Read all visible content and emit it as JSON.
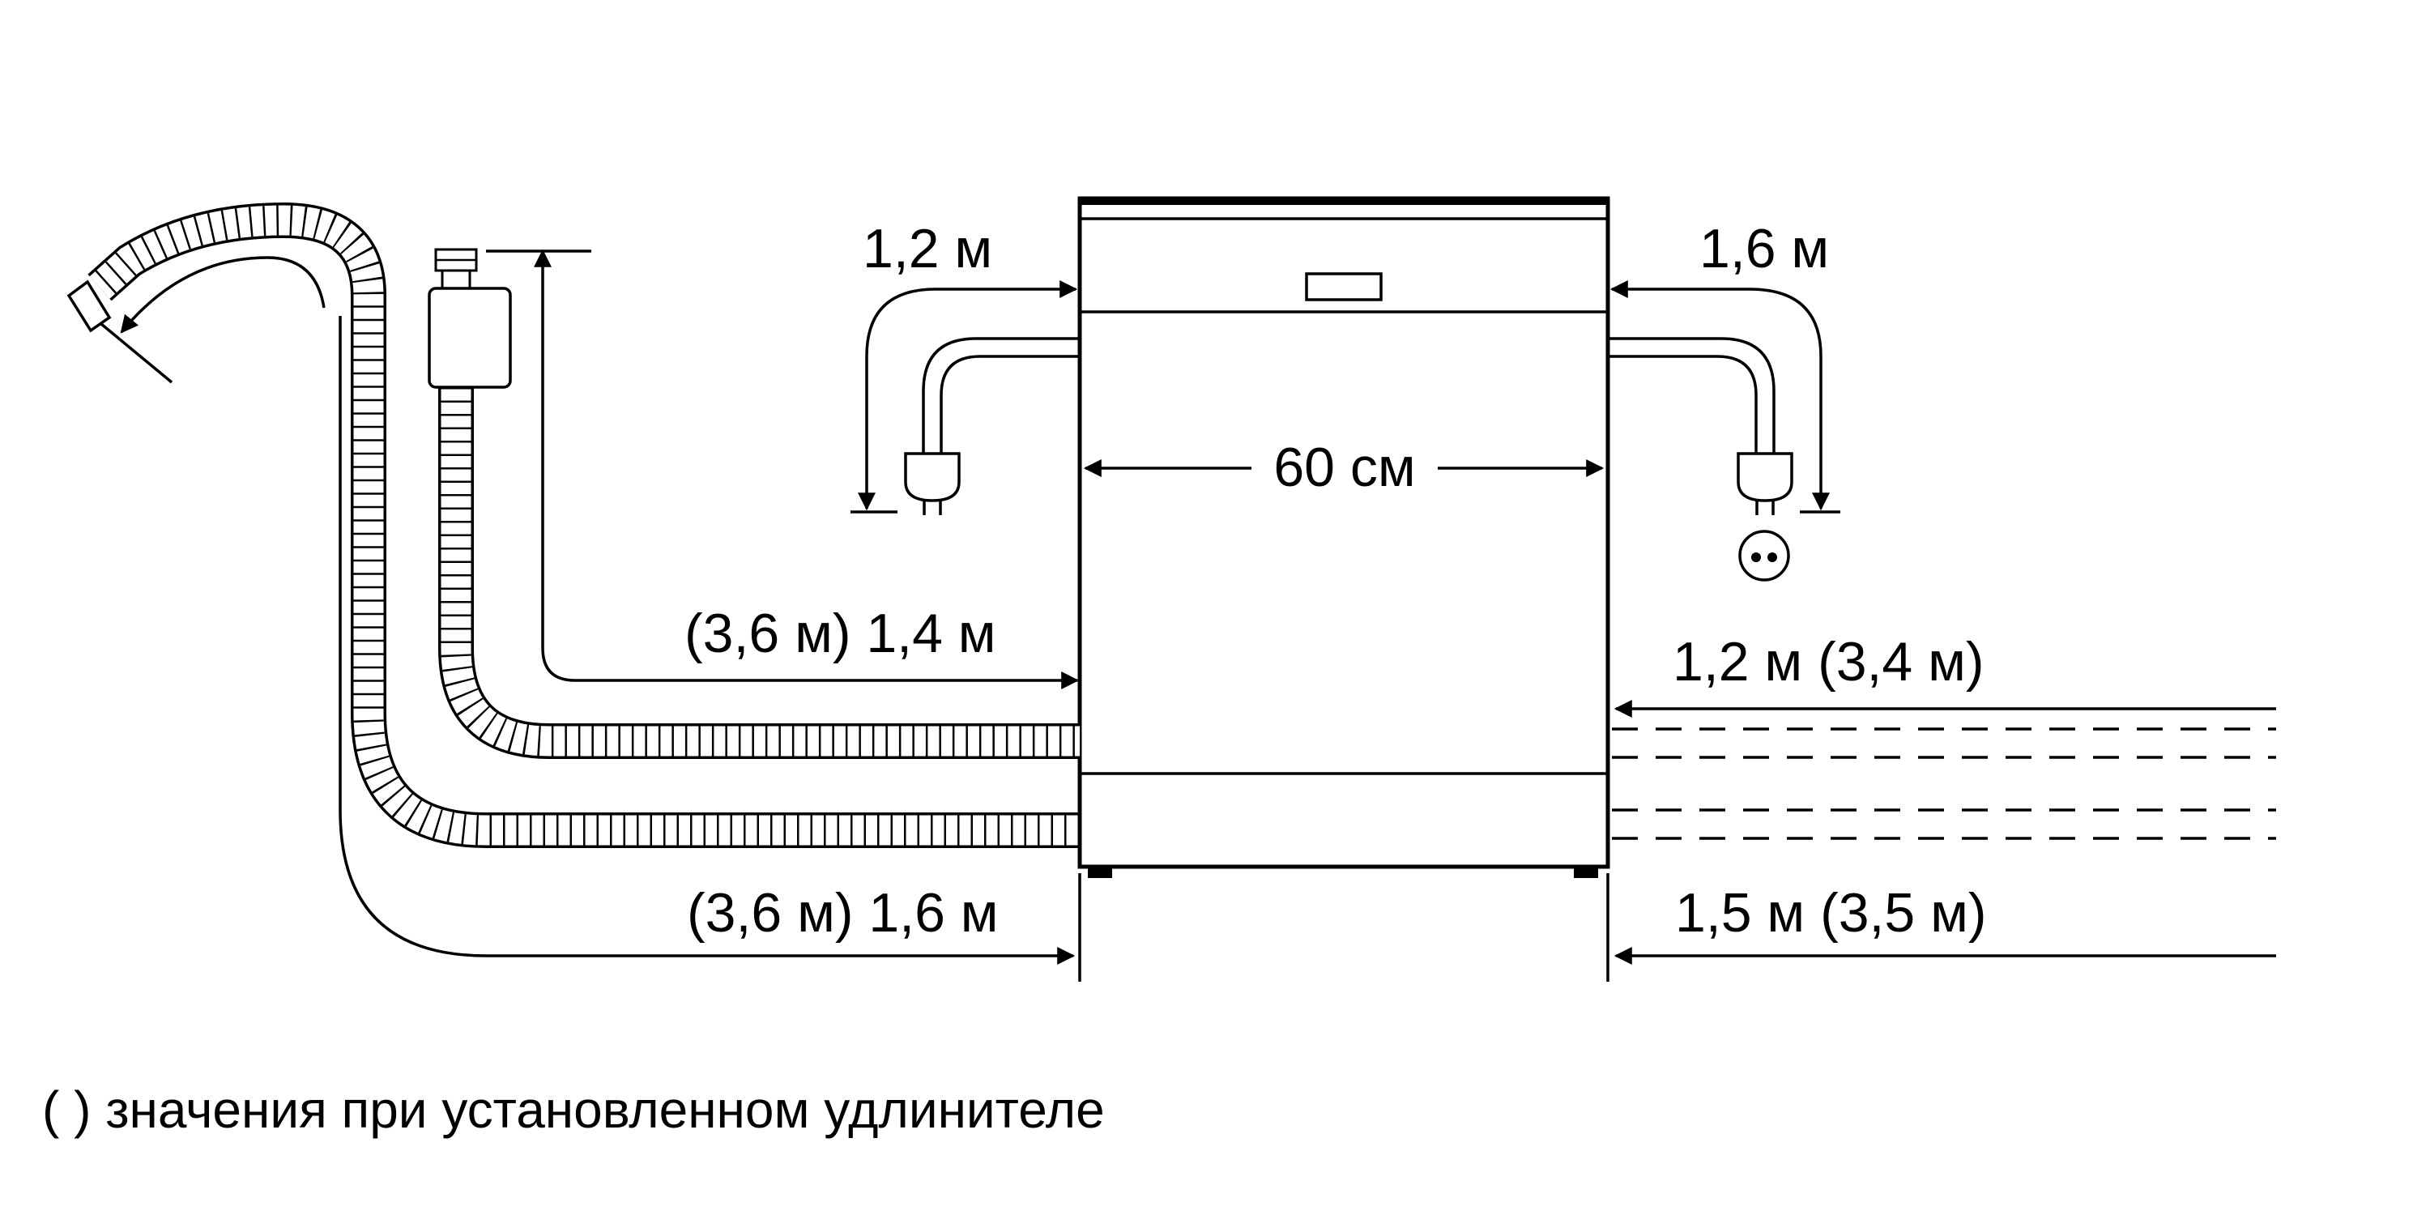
{
  "labels": {
    "cord_left": "1,2 м",
    "cord_right": "1,6 м",
    "width": "60 см",
    "inlet_left": "(3,6 м) 1,4 м",
    "inlet_right": "1,2 м (3,4 м)",
    "drain_left": "(3,6 м) 1,6 м",
    "drain_right": "1,5 м (3,5 м)"
  },
  "footnote": "( ) значения при установленном удлинителе"
}
